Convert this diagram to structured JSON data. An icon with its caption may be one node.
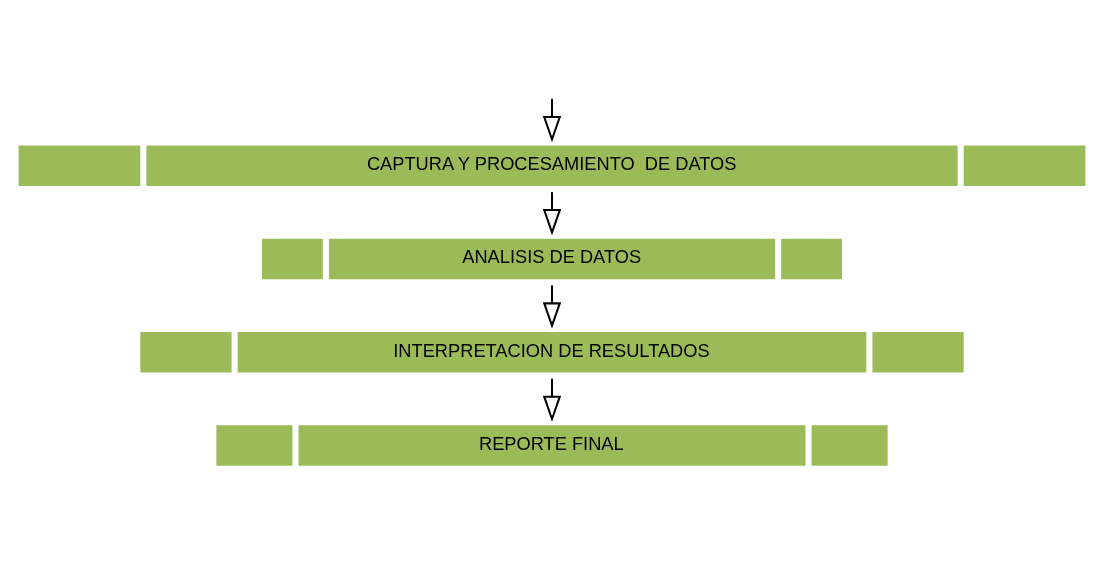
{
  "diagram": {
    "nodes": [
      {
        "text": [
          "CAPTURA Y PROCESAMIENTO  DE DATOS"
        ]
      },
      {
        "text": [
          "ANALISIS DE DATOS"
        ]
      },
      {
        "text": [
          "INTERPRETACION DE RESULTADOS"
        ]
      },
      {
        "text": [
          "REPORTE FINAL"
        ]
      }
    ],
    "edges": [
      {
        "from": null,
        "to": 0,
        "arrow": "to"
      },
      {
        "from": 0,
        "to": 1,
        "arrow": "to"
      },
      {
        "from": 1,
        "to": 2,
        "arrow": "to"
      },
      {
        "from": 2,
        "to": 3,
        "arrow": "to"
      }
    ]
  }
}
